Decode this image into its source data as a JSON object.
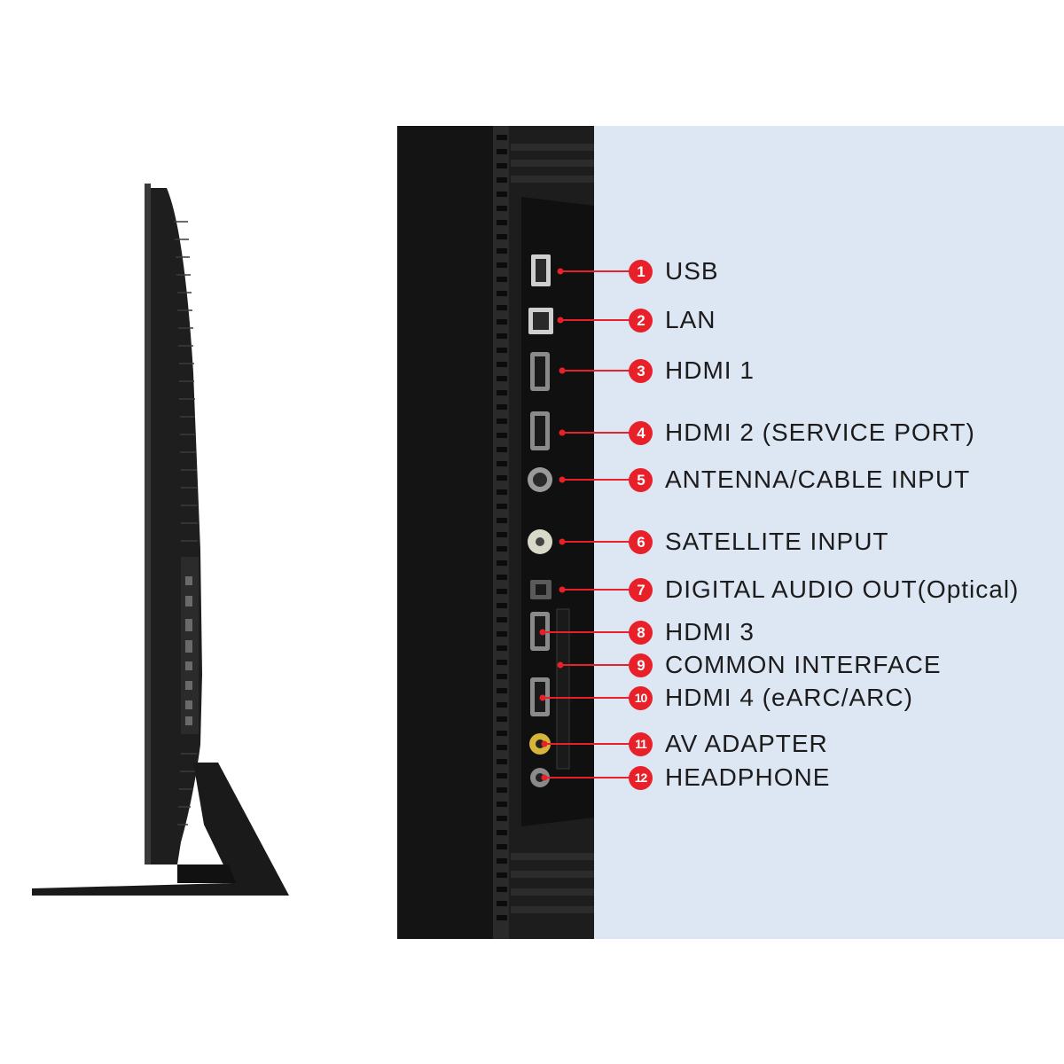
{
  "ports": [
    {
      "number": "1",
      "label": "USB",
      "icon": "usb-port-icon"
    },
    {
      "number": "2",
      "label": "LAN",
      "icon": "ethernet-port-icon"
    },
    {
      "number": "3",
      "label": "HDMI 1",
      "icon": "hdmi-port-icon"
    },
    {
      "number": "4",
      "label": "HDMI 2 (SERVICE PORT)",
      "icon": "hdmi-port-icon"
    },
    {
      "number": "5",
      "label": "ANTENNA/CABLE INPUT",
      "icon": "coax-port-icon"
    },
    {
      "number": "6",
      "label": "SATELLITE INPUT",
      "icon": "coax-port-icon"
    },
    {
      "number": "7",
      "label": "DIGITAL AUDIO OUT(Optical)",
      "icon": "optical-port-icon"
    },
    {
      "number": "8",
      "label": "HDMI 3",
      "icon": "hdmi-port-icon"
    },
    {
      "number": "9",
      "label": "COMMON INTERFACE",
      "icon": "ci-slot-icon"
    },
    {
      "number": "10",
      "label": "HDMI 4 (eARC/ARC)",
      "icon": "hdmi-port-icon"
    },
    {
      "number": "11",
      "label": "AV ADAPTER",
      "icon": "rca-jack-icon"
    },
    {
      "number": "12",
      "label": "HEADPHONE",
      "icon": "headphone-jack-icon"
    }
  ],
  "colors": {
    "badge": "#e8202a",
    "label_panel": "#dde6f3",
    "tv_body": "#222222",
    "leader_line": "#e8202a"
  }
}
